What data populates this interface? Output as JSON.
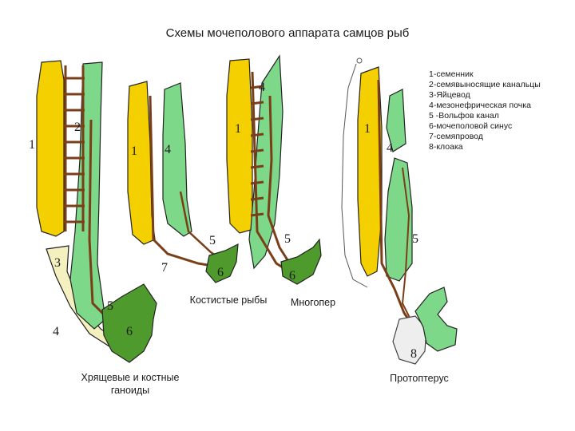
{
  "title": "Схемы мочеполового аппарата самцов рыб",
  "legend": [
    "1-семенник",
    "2-семявыносящие канальцы",
    "3-Яйцевод",
    "4-мезонефрическая почка",
    "5 -Вольфов канал",
    "6-мочеполовой синус",
    "7-семяпровод",
    "8-клоака"
  ],
  "captions": {
    "cartilaginous": "Хрящевые и костные ганоиды",
    "teleost": "Костистые рыбы",
    "polypterus": "Многопер",
    "protopterus": "Протоптерус"
  },
  "numbers": {
    "n1": "1",
    "n2": "2",
    "n3": "3",
    "n4": "4",
    "n5": "5",
    "n6": "6",
    "n7": "7",
    "n8": "8"
  },
  "colors": {
    "testis": "#f5d000",
    "kidney": "#7ed88a",
    "sinus": "#4f9a2d",
    "duct": "#7a3f18",
    "oviduct": "#f4f0c0",
    "outline": "#222222"
  }
}
